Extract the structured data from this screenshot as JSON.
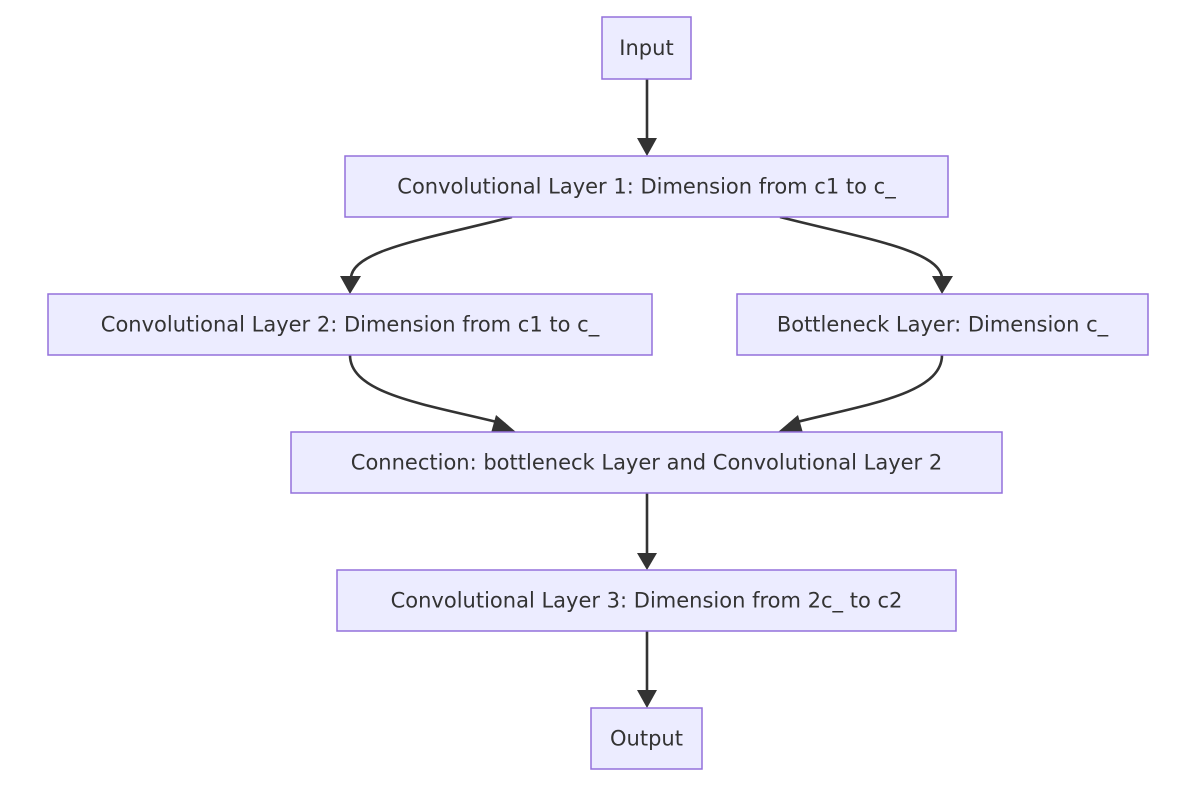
{
  "diagram": {
    "nodes": {
      "input": "Input",
      "conv1": "Convolutional Layer 1: Dimension from c1 to c_",
      "conv2": "Convolutional Layer 2: Dimension from c1 to c_",
      "bottleneck": "Bottleneck Layer: Dimension c_",
      "connection": "Connection: bottleneck Layer and Convolutional Layer 2",
      "conv3": "Convolutional Layer 3: Dimension from 2c_ to c2",
      "output": "Output"
    },
    "edges": [
      {
        "from": "input",
        "to": "conv1"
      },
      {
        "from": "conv1",
        "to": "conv2"
      },
      {
        "from": "conv1",
        "to": "bottleneck"
      },
      {
        "from": "conv2",
        "to": "connection"
      },
      {
        "from": "bottleneck",
        "to": "connection"
      },
      {
        "from": "connection",
        "to": "conv3"
      },
      {
        "from": "conv3",
        "to": "output"
      }
    ],
    "colors": {
      "node_fill": "#ececff",
      "node_stroke": "#9370db",
      "edge": "#333333",
      "text": "#333333"
    }
  }
}
